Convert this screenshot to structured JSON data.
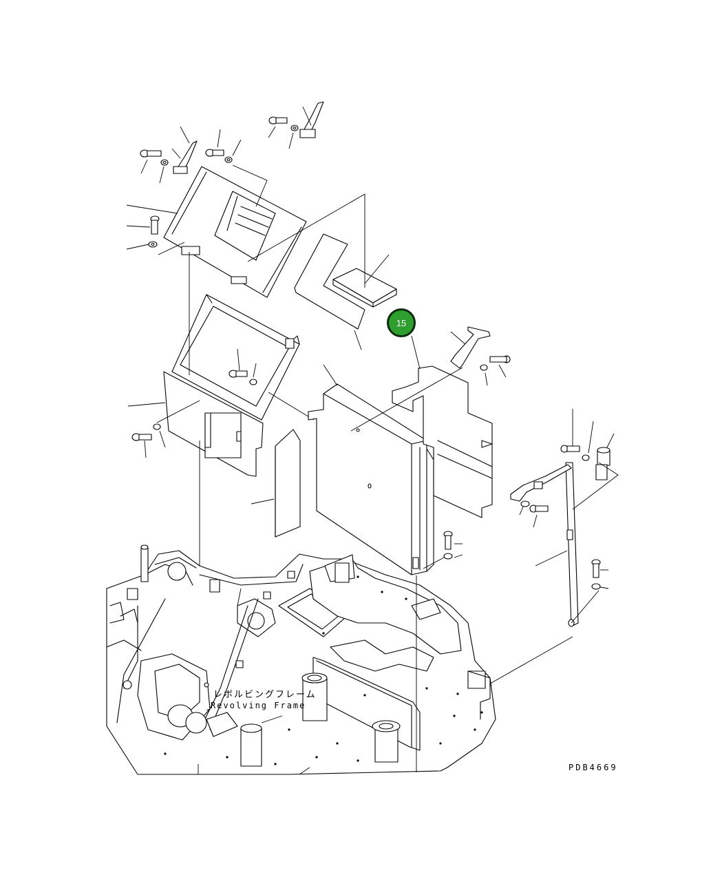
{
  "labels": {
    "frame_jp": "レボルビングフレーム",
    "frame_en": "Revolving Frame"
  },
  "drawing_code": "PDB4669",
  "callout": {
    "number": "15",
    "fill_color": "#2e9e2e",
    "border_color": "#0b2a0b"
  }
}
